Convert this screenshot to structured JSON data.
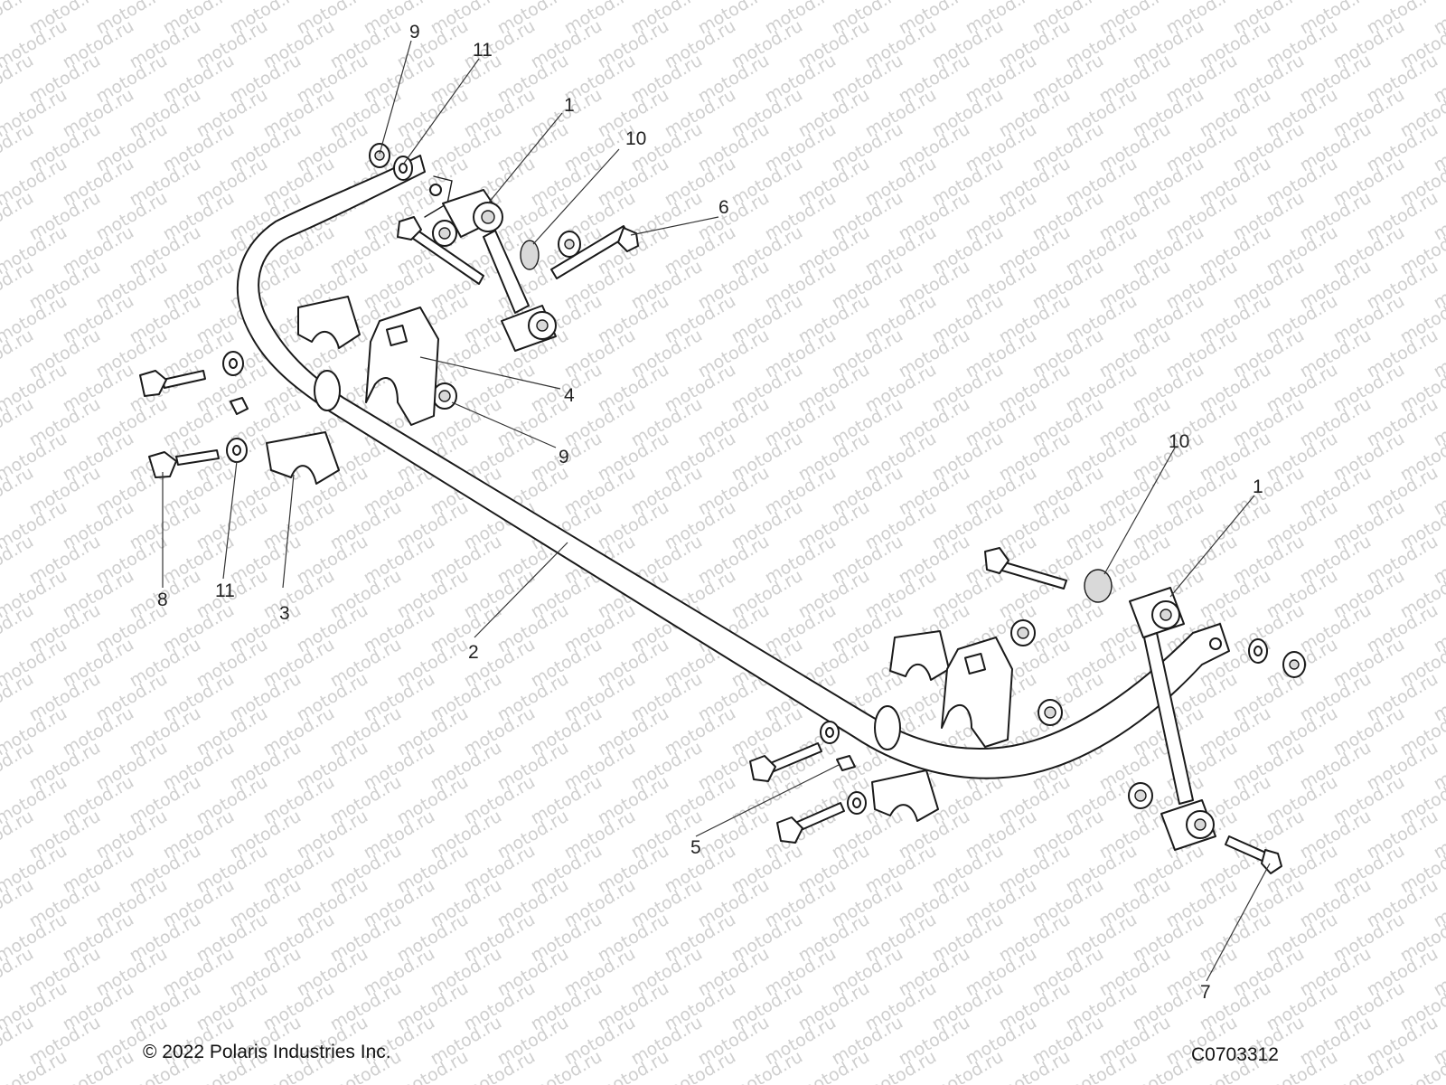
{
  "diagram": {
    "watermark": "motod.ru",
    "callouts": [
      {
        "id": "c9a",
        "label": "9"
      },
      {
        "id": "c11a",
        "label": "11"
      },
      {
        "id": "c1a",
        "label": "1"
      },
      {
        "id": "c10a",
        "label": "10"
      },
      {
        "id": "c6",
        "label": "6"
      },
      {
        "id": "c4",
        "label": "4"
      },
      {
        "id": "c9b",
        "label": "9"
      },
      {
        "id": "c8",
        "label": "8"
      },
      {
        "id": "c11b",
        "label": "11"
      },
      {
        "id": "c3",
        "label": "3"
      },
      {
        "id": "c2",
        "label": "2"
      },
      {
        "id": "c10b",
        "label": "10"
      },
      {
        "id": "c1b",
        "label": "1"
      },
      {
        "id": "c5",
        "label": "5"
      },
      {
        "id": "c7",
        "label": "7"
      }
    ]
  },
  "footer": {
    "copyright": "© 2022 Polaris Industries Inc.",
    "drawing_code": "C0703312"
  }
}
